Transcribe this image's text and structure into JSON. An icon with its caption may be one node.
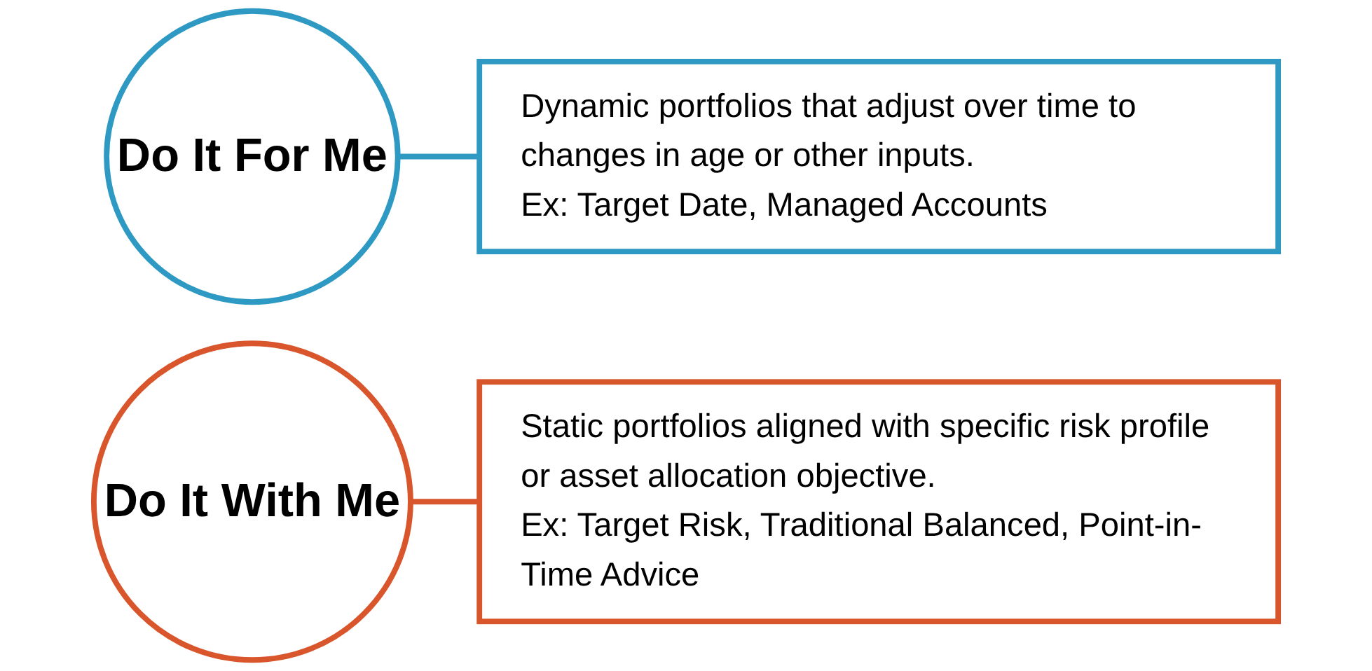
{
  "diagram": {
    "nodes": [
      {
        "text": [
          "Do It For Me"
        ]
      },
      {
        "text": [
          "Dynamic portfolios that adjust over time to changes in age or other inputs.",
          "Ex: Target Date, Managed Accounts"
        ]
      },
      {
        "text": [
          "Do It With Me"
        ]
      },
      {
        "text": [
          "Static portfolios aligned with specific risk profile or asset allocation objective.",
          "Ex: Target Risk, Traditional Balanced, Point-in-Time Advice"
        ]
      }
    ],
    "edges": [
      {
        "from": 0,
        "to": 1,
        "arrow": "none",
        "color": "#2e9ac4"
      },
      {
        "from": 2,
        "to": 3,
        "arrow": "none",
        "color": "#d9552b"
      }
    ]
  }
}
